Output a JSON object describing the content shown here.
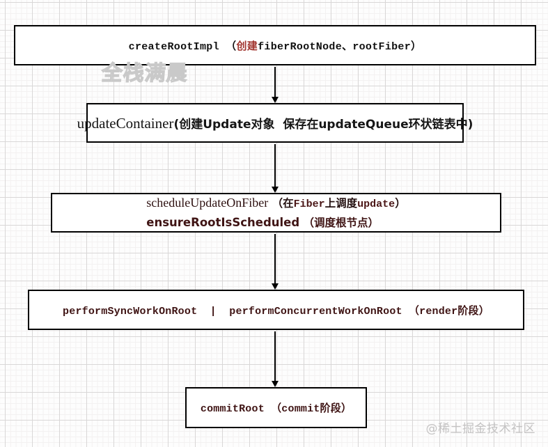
{
  "page": {
    "watermark_top": "全栈满晨",
    "watermark_bottom": "@稀土掘金技术社区"
  },
  "flow": {
    "box1": {
      "pre": "createRootImpl （",
      "highlight": "创建",
      "post": "fiberRootNode、rootFiber）"
    },
    "box2": {
      "fn": "updateContainer",
      "desc": "(创建Update对象  保存在updateQueue环状链表中)"
    },
    "box3": {
      "line1_fn": "scheduleUpdateOnFiber",
      "line1_open": " （在",
      "line1_code1": "Fiber",
      "line1_mid": "上调度",
      "line1_code2": "update",
      "line1_close": "）",
      "line2_fn": "ensureRootIsScheduled",
      "line2_desc": " （调度根节点）"
    },
    "box4": {
      "label": "performSyncWorkOnRoot  |  performConcurrentWorkOnRoot （render阶段）"
    },
    "box5": {
      "label": "commitRoot （commit阶段）"
    }
  },
  "colors": {
    "box_border": "#000000",
    "box_background": "#ffffff",
    "text_black": "#111111",
    "text_maroon": "#3f1414",
    "highlight_red": "#a23630",
    "grid_major": "#d9d7d7",
    "grid_minor": "#f3f1f1",
    "watermark_gray": "#c9c9c9"
  }
}
